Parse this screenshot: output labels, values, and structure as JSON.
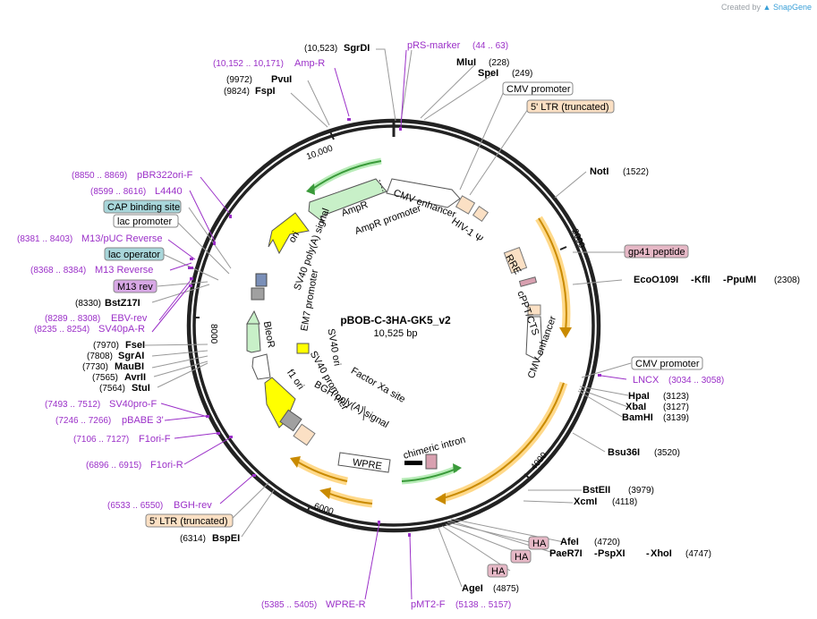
{
  "credit": {
    "prefix": "Created by",
    "brand": "SnapGene"
  },
  "plasmid": {
    "name": "pBOB-C-3HA-GK5_v2",
    "length": "10,525 bp"
  },
  "ticks": [
    "10,000",
    "2000",
    "4000",
    "6000",
    "8000"
  ],
  "sites": [
    {
      "name": "SgrDI",
      "pos": "(10,523)"
    },
    {
      "name": "MluI",
      "pos": "(228)"
    },
    {
      "name": "SpeI",
      "pos": "(249)"
    },
    {
      "name": "PvuI",
      "pos": "(9972)"
    },
    {
      "name": "FspI",
      "pos": "(9824)"
    },
    {
      "name": "NotI",
      "pos": "(1522)"
    },
    {
      "name": "EcoO109I",
      "pos": ""
    },
    {
      "name": "KflI",
      "pos": ""
    },
    {
      "name": "PpuMI",
      "pos": "(2308)"
    },
    {
      "name": "BstZ17I",
      "pos": "(8330)"
    },
    {
      "name": "FseI",
      "pos": "(7970)"
    },
    {
      "name": "SgrAI",
      "pos": "(7808)"
    },
    {
      "name": "MauBI",
      "pos": "(7730)"
    },
    {
      "name": "AvrII",
      "pos": "(7565)"
    },
    {
      "name": "StuI",
      "pos": "(7564)"
    },
    {
      "name": "HpaI",
      "pos": "(3123)"
    },
    {
      "name": "XbaI",
      "pos": "(3127)"
    },
    {
      "name": "BamHI",
      "pos": "(3139)"
    },
    {
      "name": "Bsu36I",
      "pos": "(3520)"
    },
    {
      "name": "BstEII",
      "pos": "(3979)"
    },
    {
      "name": "XcmI",
      "pos": "(4118)"
    },
    {
      "name": "AfeI",
      "pos": "(4720)"
    },
    {
      "name": "PaeR7I",
      "pos": ""
    },
    {
      "name": "PspXI",
      "pos": ""
    },
    {
      "name": "XhoI",
      "pos": "(4747)"
    },
    {
      "name": "AgeI",
      "pos": "(4875)"
    },
    {
      "name": "BspEI",
      "pos": "(6314)"
    }
  ],
  "primers": [
    {
      "name": "pRS-marker",
      "pos": "(44 .. 63)"
    },
    {
      "name": "Amp-R",
      "pos": "(10,152 .. 10,171)"
    },
    {
      "name": "pBR322ori-F",
      "pos": "(8850 .. 8869)"
    },
    {
      "name": "L4440",
      "pos": "(8599 .. 8616)"
    },
    {
      "name": "M13/pUC Reverse",
      "pos": "(8381 .. 8403)"
    },
    {
      "name": "M13 Reverse",
      "pos": "(8368 .. 8384)"
    },
    {
      "name": "EBV-rev",
      "pos": "(8289 .. 8308)"
    },
    {
      "name": "SV40pA-R",
      "pos": "(8235 .. 8254)"
    },
    {
      "name": "SV40pro-F",
      "pos": "(7493 .. 7512)"
    },
    {
      "name": "pBABE 3'",
      "pos": "(7246 .. 7266)"
    },
    {
      "name": "F1ori-F",
      "pos": "(7106 .. 7127)"
    },
    {
      "name": "F1ori-R",
      "pos": "(6896 .. 6915)"
    },
    {
      "name": "BGH-rev",
      "pos": "(6533 .. 6550)"
    },
    {
      "name": "WPRE-R",
      "pos": "(5385 .. 5405)"
    },
    {
      "name": "pMT2-F",
      "pos": "(5138 .. 5157)"
    },
    {
      "name": "LNCX",
      "pos": "(3034 .. 3058)"
    }
  ],
  "boxes": [
    {
      "label": "CMV promoter",
      "fill": "#ffffff"
    },
    {
      "label": "5' LTR (truncated)",
      "fill": "#fbe0c4"
    },
    {
      "label": "gp41 peptide",
      "fill": "#e6b8c6"
    },
    {
      "label": "CAP binding site",
      "fill": "#a8d6da"
    },
    {
      "label": "lac promoter",
      "fill": "#ffffff"
    },
    {
      "label": "lac operator",
      "fill": "#a8d6da"
    },
    {
      "label": "M13 rev",
      "fill": "#d8a8e6"
    },
    {
      "label": "CMV promoter",
      "fill": "#ffffff"
    },
    {
      "label": "HA",
      "fill": "#e6b8c6"
    },
    {
      "label": "HA",
      "fill": "#e6b8c6"
    },
    {
      "label": "HA",
      "fill": "#e6b8c6"
    },
    {
      "label": "5' LTR (truncated)",
      "fill": "#fbe0c4"
    }
  ],
  "features": [
    "AmpR",
    "AmpR promoter",
    "CMV enhancer",
    "HIV-1 Ψ",
    "ori",
    "SV40 poly(A) signal",
    "EM7 promoter",
    "BleoR",
    "SV40 ori",
    "SV40 promoter",
    "f1 ori",
    "BGH poly(A) signal",
    "Factor Xa site",
    "WPRE",
    "chimeric intron",
    "RRE",
    "cPPT/CTS",
    "CMV enhancer"
  ],
  "colors": {
    "backbone": "#222222",
    "primer": "#9b30c8",
    "ampr": "#c8f0c8",
    "ori": "#ffff00",
    "ltr_arrow": "#ff9d00",
    "green_arrow": "#3a9a3a",
    "gray_box": "#a0a0a0"
  }
}
